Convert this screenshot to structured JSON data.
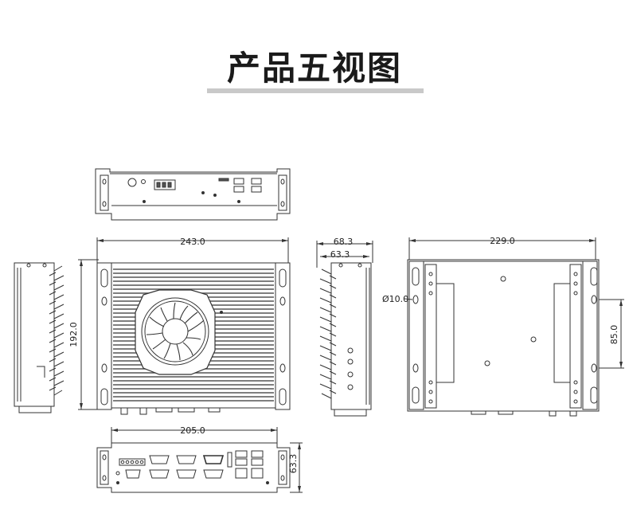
{
  "title": "产品五视图",
  "dimensions": {
    "front_width": "243.0",
    "front_height": "192.0",
    "side_depth_outer": "68.3",
    "side_depth_inner": "63.3",
    "bottom_width": "229.0",
    "hole_diameter": "Ø10.0",
    "hole_spacing": "85.0",
    "rear_width": "205.0",
    "rear_height": "63.3"
  }
}
